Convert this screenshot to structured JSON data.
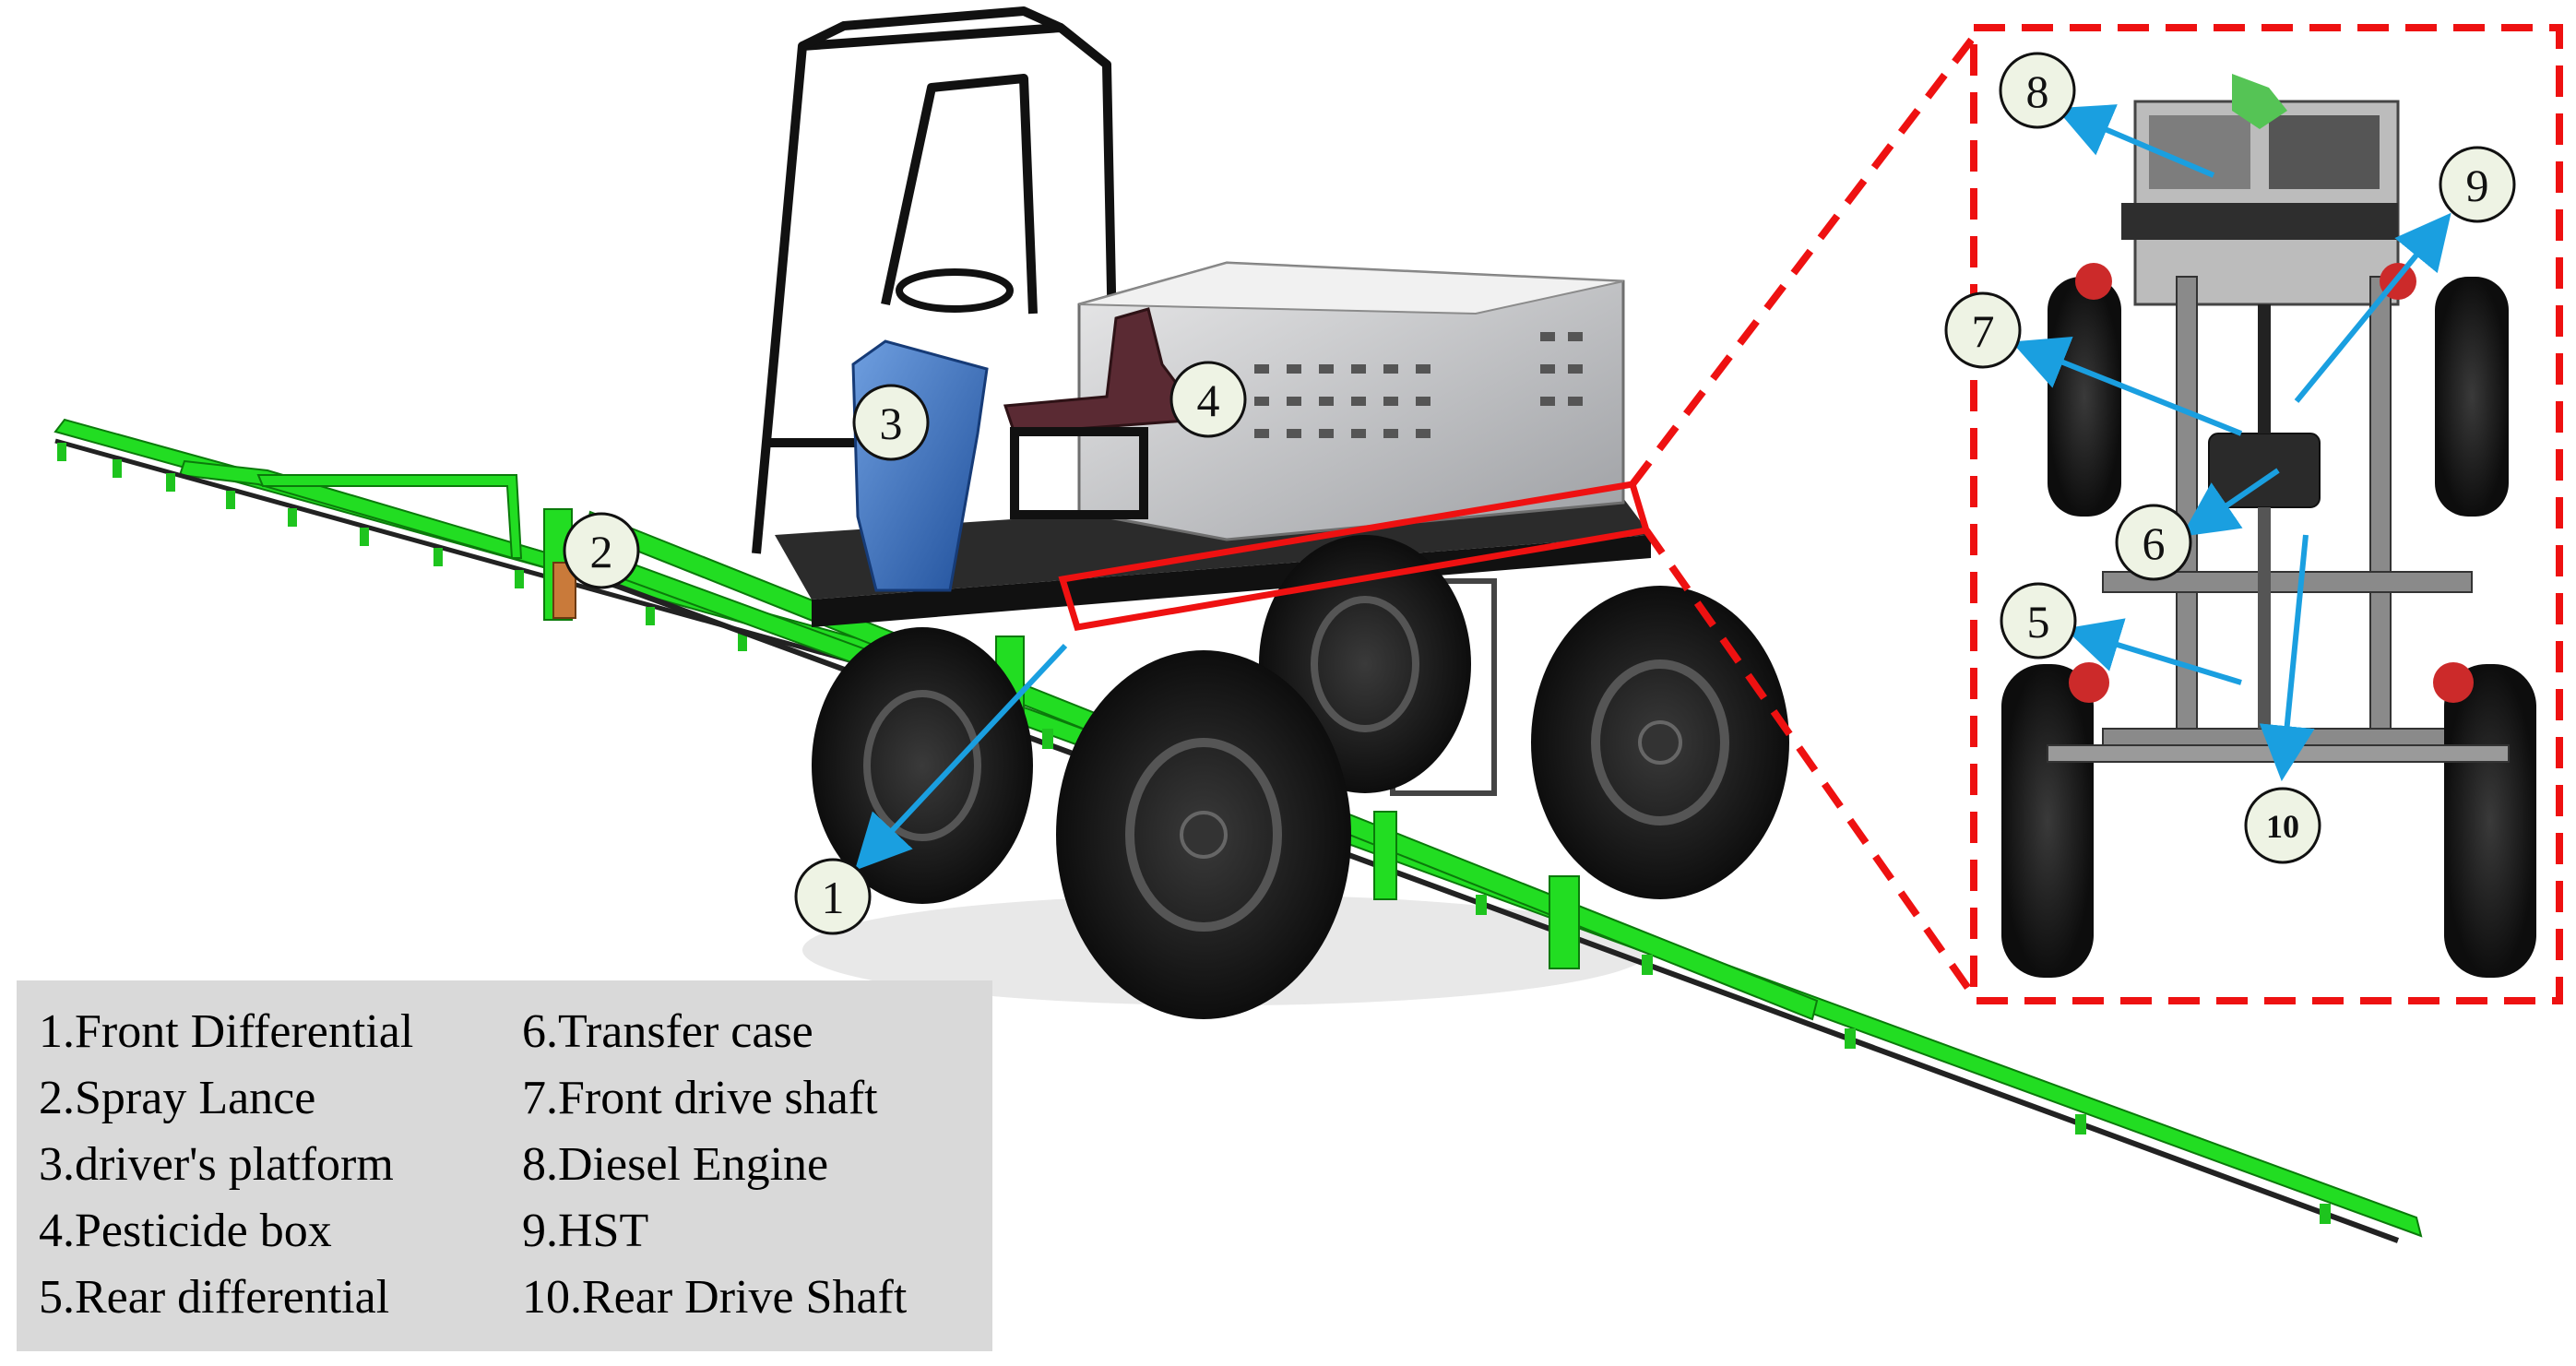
{
  "callouts": [
    "1",
    "2",
    "3",
    "4",
    "5",
    "6",
    "7",
    "8",
    "9",
    "10"
  ],
  "legend": {
    "items": [
      "1.Front Differential",
      "2.Spray Lance",
      "3.driver's platform",
      "4.Pesticide box",
      "5.Rear differential",
      "6.Transfer case",
      "7.Front drive shaft",
      "8.Diesel Engine",
      "9.HST",
      "10.Rear Drive Shaft"
    ]
  },
  "colors": {
    "boom_green": "#22dd22",
    "highlight_red": "#ee1111",
    "arrow_blue": "#1a9fe0",
    "legend_bg": "#d9d9d9",
    "callout_fill": "#eef3e4"
  }
}
